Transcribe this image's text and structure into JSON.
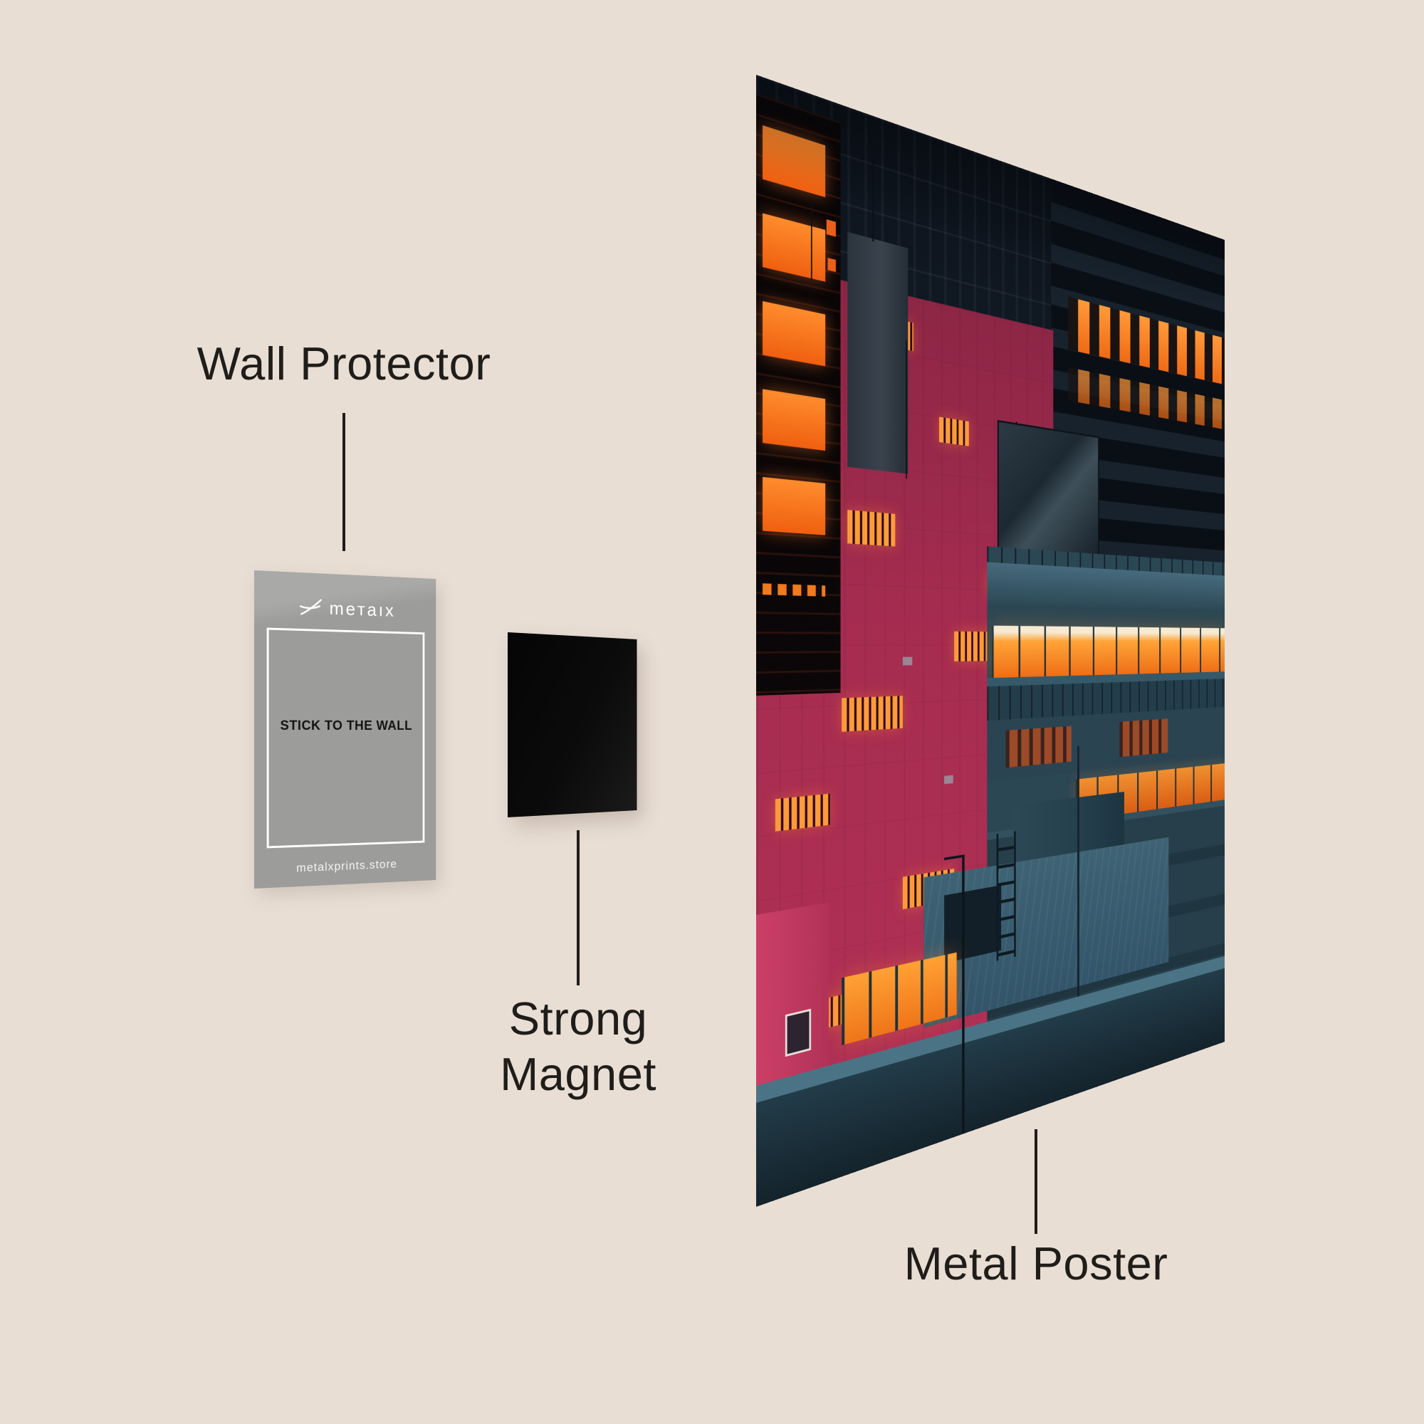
{
  "labels": {
    "wall_protector": "Wall Protector",
    "strong_line1": "Strong",
    "strong_line2": "Magnet",
    "metal_poster": "Metal Poster"
  },
  "card": {
    "brand": "meтaıx",
    "center": "STICK TO THE WALL",
    "footer": "metalxprints.store"
  },
  "poster": {
    "artwork_alt": "Cyberpunk city at dusk: dark high-rise with a column of glowing orange window bars, a crimson apartment wall dotted with lit barred windows, a teal mid-rise building with brightly lit orange floors, balconies, rooftop billboard, deck structures, antennas and a street lamp."
  },
  "palette": {
    "bg": "#e9ded4",
    "ink": "#1f1d1a",
    "card-gray": "#9c9c9a",
    "card-gray-light": "#a9a9a7",
    "magnet-black": "#0b0b0b",
    "poster-navy": "#121a25",
    "poster-magenta": "#a52c50",
    "poster-orange": "#ff9a3c",
    "poster-teal": "#2b4754",
    "poster-pink": "#cb3f67",
    "poster-deck": "#3e6374"
  }
}
